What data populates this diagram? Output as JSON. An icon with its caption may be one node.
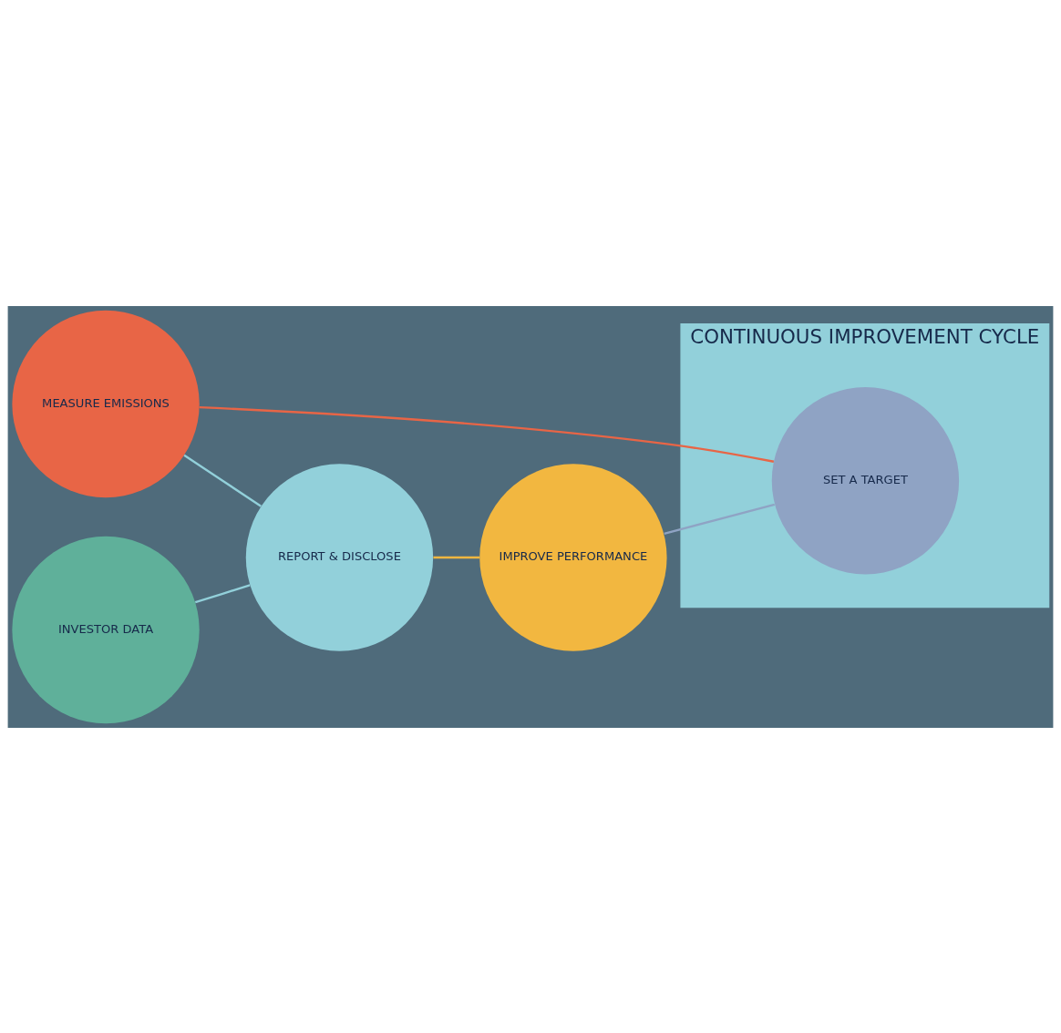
{
  "diagram": {
    "nodes": [
      {
        "text": [
          "INVESTOR DATA"
        ]
      },
      {
        "text": [
          "REPORT & DISCLOSE"
        ]
      },
      {
        "text": [
          "MEASURE EMISSIONS"
        ]
      },
      {
        "text": [
          "CONTINUOUS IMPROVEMENT CYCLE"
        ]
      },
      {
        "text": [
          "SET A TARGET"
        ],
        "in": 3
      },
      {
        "text": [
          "IMPROVE PERFORMANCE"
        ]
      }
    ],
    "edges": [
      {
        "from": 1,
        "to": 0,
        "arrow": "none",
        "color": "#92d0da"
      },
      {
        "from": 1,
        "to": 2,
        "arrow": "none",
        "color": "#92d0da"
      },
      {
        "from": 2,
        "to": 4,
        "arrow": "none",
        "color": "#e86546"
      },
      {
        "from": 4,
        "to": 5,
        "arrow": "none",
        "color": "#8fa3c4"
      },
      {
        "from": 5,
        "to": 1,
        "arrow": "none",
        "color": "#f2b740"
      }
    ]
  }
}
